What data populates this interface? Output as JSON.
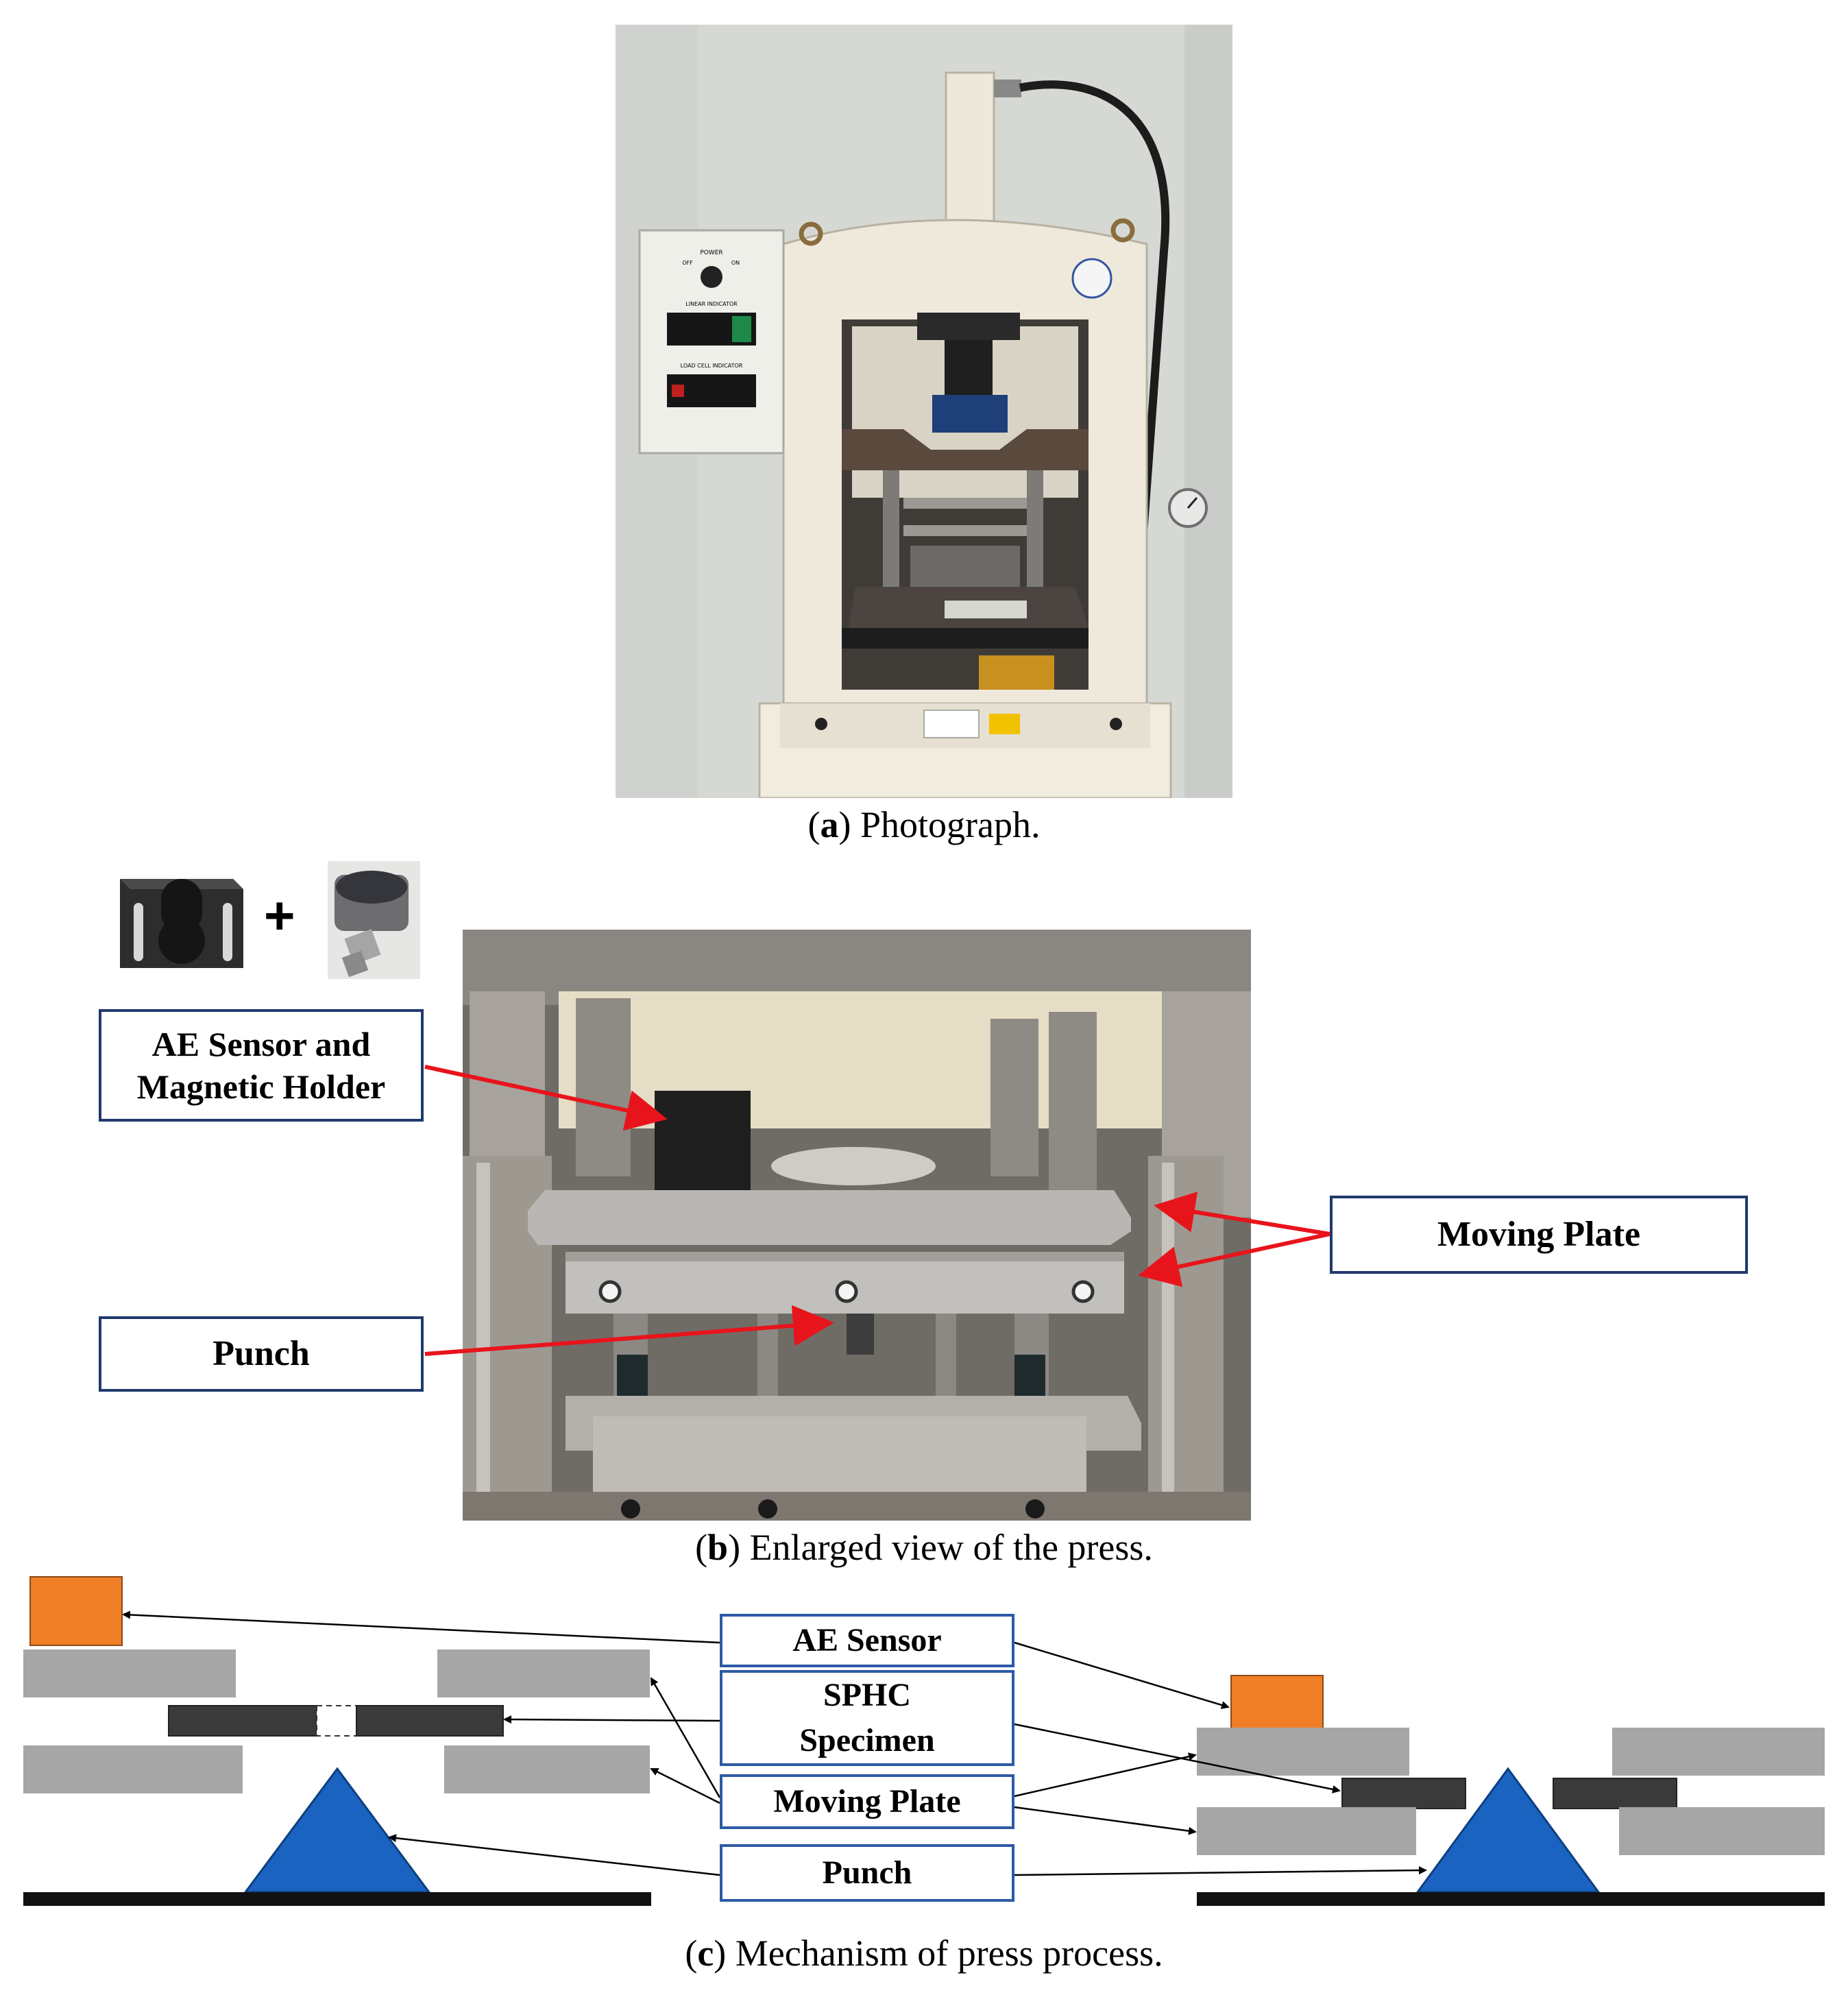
{
  "panel_a": {
    "caption_letter": "a",
    "caption_text": ") Photograph.",
    "control_box": {
      "power": "POWER",
      "off": "OFF",
      "on": "ON",
      "linear_indicator": "LINEAR INDICATOR",
      "load_cell_indicator": "LOAD CELL INDICATOR"
    }
  },
  "panel_b": {
    "caption_letter": "b",
    "caption_text": ") Enlarged view of the press.",
    "plus_sign": "+",
    "labels": {
      "ae_sensor_holder": "AE Sensor and\nMagnetic Holder",
      "moving_plate": "Moving Plate",
      "punch": "Punch"
    }
  },
  "panel_c": {
    "caption_letter": "c",
    "caption_text": ") Mechanism of press process.",
    "labels": {
      "ae_sensor": "AE Sensor",
      "sphc_specimen": "SPHC\nSpecimen",
      "moving_plate": "Moving Plate",
      "punch": "Punch"
    }
  },
  "colors": {
    "callout_border_b": "#1f3a6e",
    "callout_border_c": "#2e5aa6",
    "arrow_red": "#e8141c",
    "sensor_orange": "#f07e26",
    "plate_gray": "#a6a6a6",
    "specimen_dark": "#3a3a3a",
    "punch_blue": "#1a63c0",
    "machine_cream": "#efe9dc"
  }
}
